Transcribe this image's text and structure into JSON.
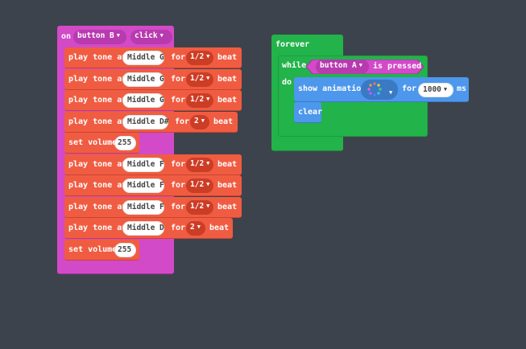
{
  "colors": {
    "background": "#3d434c",
    "event": "#d24ac8",
    "event_inner": "#b83aaf",
    "music": "#f05c42",
    "music_dark": "#cc3d26",
    "loop": "#22b34a",
    "logic": "#d24ac8",
    "basic": "#4d97ec"
  },
  "event_block": {
    "on_label": "on",
    "button_value": "button B",
    "event_value": "click"
  },
  "music_blocks": [
    {
      "play_label": "play tone at",
      "note": "Middle G",
      "for_label": "for",
      "beat": "1/2",
      "beat_label": "beat"
    },
    {
      "play_label": "play tone at",
      "note": "Middle G",
      "for_label": "for",
      "beat": "1/2",
      "beat_label": "beat"
    },
    {
      "play_label": "play tone at",
      "note": "Middle G",
      "for_label": "for",
      "beat": "1/2",
      "beat_label": "beat"
    },
    {
      "play_label": "play tone at",
      "note": "Middle D#",
      "for_label": "for",
      "beat": "2",
      "beat_label": "beat"
    },
    {
      "play_label": "play tone at",
      "note": "Middle F",
      "for_label": "for",
      "beat": "1/2",
      "beat_label": "beat"
    },
    {
      "play_label": "play tone at",
      "note": "Middle F",
      "for_label": "for",
      "beat": "1/2",
      "beat_label": "beat"
    },
    {
      "play_label": "play tone at",
      "note": "Middle F",
      "for_label": "for",
      "beat": "1/2",
      "beat_label": "beat"
    },
    {
      "play_label": "play tone at",
      "note": "Middle D",
      "for_label": "for",
      "beat": "2",
      "beat_label": "beat"
    }
  ],
  "volume_blocks": [
    {
      "label": "set volume",
      "value": "255"
    },
    {
      "label": "set volume",
      "value": "255"
    }
  ],
  "forever_block": {
    "label": "forever",
    "while_label": "while",
    "do_label": "do",
    "button_value": "button A",
    "is_pressed_label": "is pressed",
    "show_animation_label": "show animation",
    "animation_icon": "led-animation-icon",
    "for_label": "for",
    "interval_value": "1000",
    "ms_label": "ms",
    "clear_label": "clear"
  }
}
